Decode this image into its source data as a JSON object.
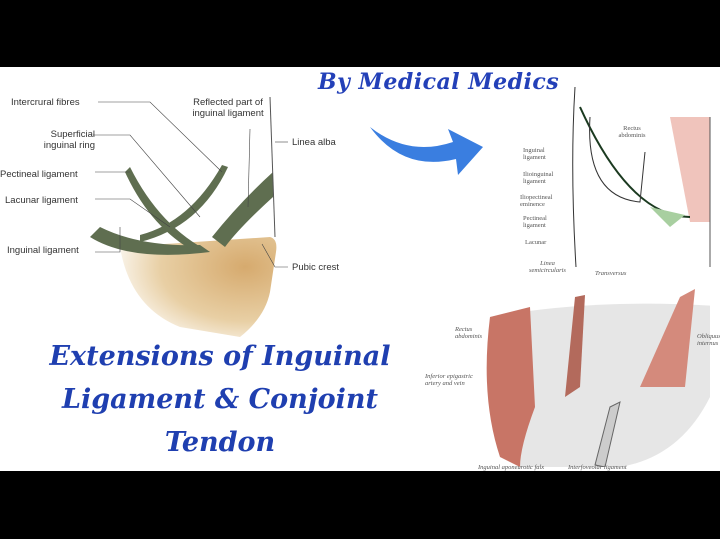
{
  "byline": "By Medical Medics",
  "title": {
    "line1": "Extensions of Inguinal",
    "line2": "Ligament & Conjoint",
    "line3": "Tendon"
  },
  "left_diagram": {
    "labels": [
      "Intercrural fibres",
      "Superficial inguinal ring",
      "Pectineal ligament",
      "Lacunar ligament",
      "Inguinal ligament",
      "Reflected part of inguinal ligament",
      "Linea alba",
      "Pubic crest"
    ]
  },
  "right_top_diagram": {
    "labels": [
      "Rectus abdominis",
      "Inguinal ligament",
      "Ilioinguinal ligament",
      "Iliopectineal eminence",
      "Pectineal ligament",
      "Lacunar"
    ]
  },
  "right_bottom_diagram": {
    "labels": [
      "Linea semicircularis",
      "Transversus",
      "Rectus abdominis",
      "Obliquus internus",
      "Inferior epigastric artery and vein",
      "Inguinal aponeurotic falx",
      "Interfoveolar ligament"
    ]
  },
  "colors": {
    "title": "#1f3fb0",
    "ligament": "#5f6e50",
    "bone": "#d9b27a",
    "muscle": "#c06a5c"
  }
}
